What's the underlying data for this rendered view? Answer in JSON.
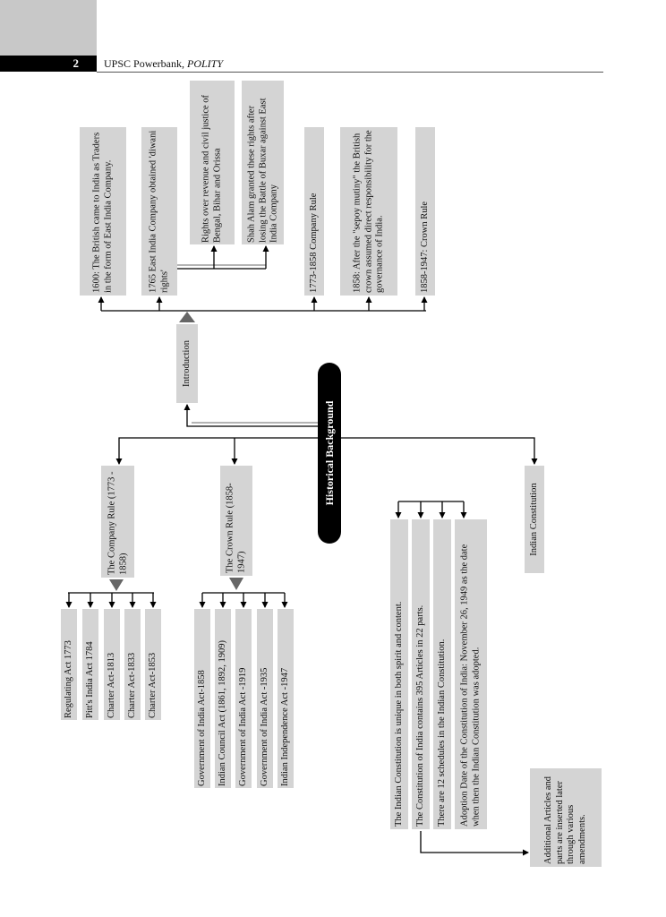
{
  "header": {
    "page_number": "2",
    "book_title": "UPSC Powerbank, ",
    "book_subject": "POLITY"
  },
  "hub": "Historical Background",
  "introduction": {
    "label": "Introduction",
    "items": [
      "1600: The British came to India as Traders in the form of East India Company.",
      "1765 East India Company obtained 'diwani rights'",
      "Rights over revenue and civil justice of Bengal, Bihar and Orissa",
      "Shah Alam granted these rights after losing the Battle of Buxar against East India Company",
      "1773-1858 Company Rule",
      "1858: After the \"sepoy mutiny\" the British crown assumed direct responsibility for the governance of India.",
      "1858-1947: Crown Rule"
    ]
  },
  "company_rule": {
    "label": "The Company Rule (1773 - 1858)",
    "items": [
      "Regulating Act 1773",
      "Pitt's India Act 1784",
      "Charter Act-1813",
      "Charter Act-1833",
      "Charter Act-1853"
    ]
  },
  "crown_rule": {
    "label": "The Crown Rule (1858-1947)",
    "items": [
      "Government of India Act-1858",
      "Indian Council Act (1861, 1892, 1909)",
      "Government of India Act -1919",
      "Government of India Act -1935",
      "Indian Independence Act -1947"
    ]
  },
  "indian_constitution": {
    "label": "Indian Constitution",
    "items": [
      "The Indian Constitution is unique in both spirit and content.",
      "The Constitution of India contains 395 Articles in 22 parts.",
      "There are 12 schedules in the Indian Constitution.",
      "Adoption Date of the Constitution of India: November 26, 1949 as the date when then the Indian Constitution was adopted."
    ],
    "note": "Additional Articles and parts are inserted later through various amendments."
  }
}
